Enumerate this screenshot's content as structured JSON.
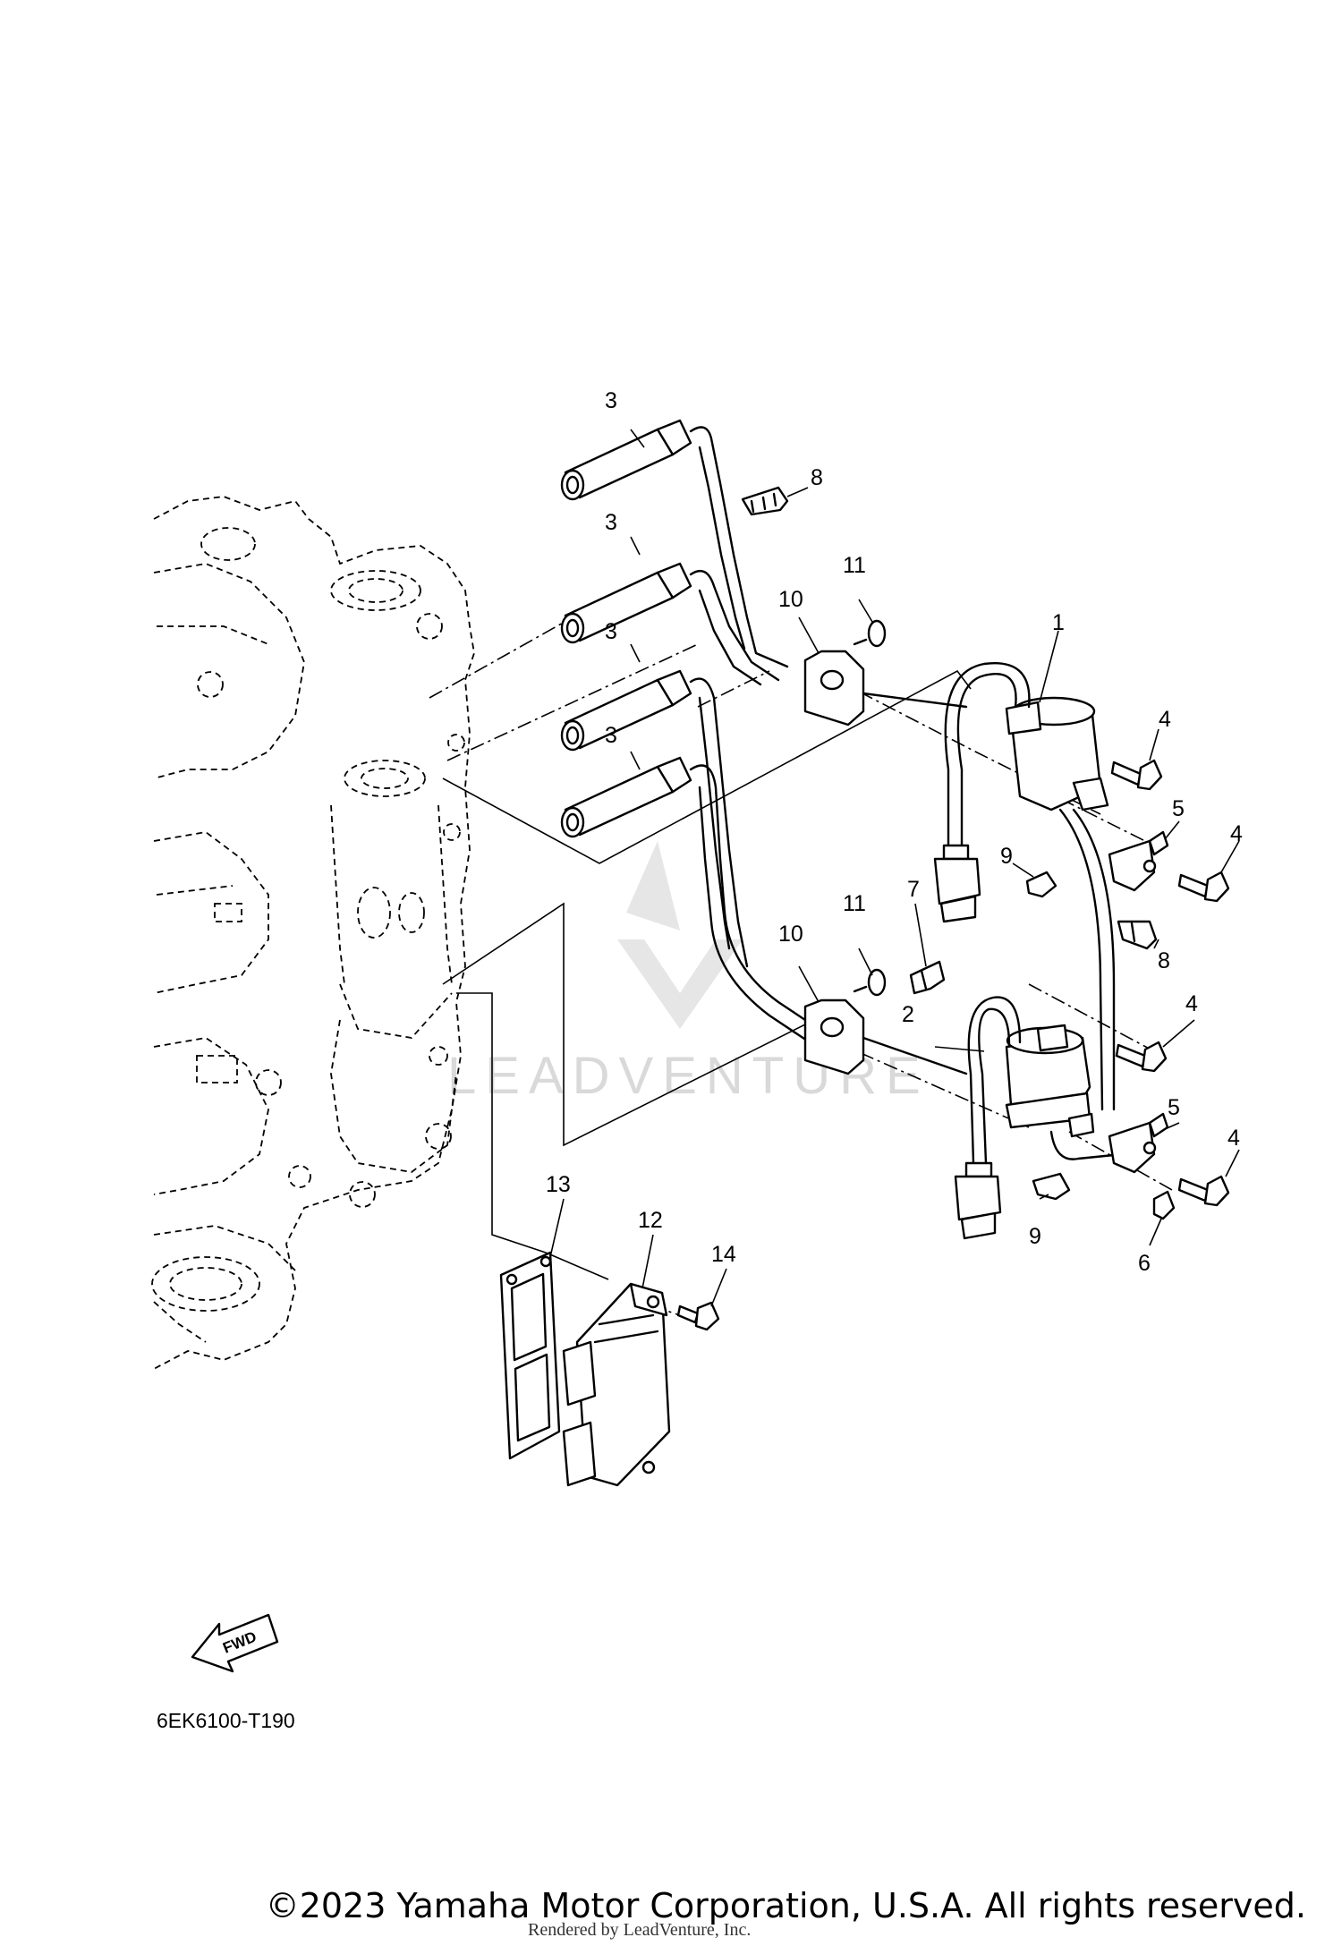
{
  "diagram": {
    "diagram_code": "6EK6100-T190",
    "direction_label": "FWD",
    "watermark": "LEADVENTURE",
    "copyright": "©2023 Yamaha Motor Corporation, U.S.A. All rights reserved.",
    "rendered_by": "Rendered by LeadVenture, Inc.",
    "callouts": [
      "1",
      "2",
      "3",
      "3",
      "3",
      "3",
      "4",
      "4",
      "4",
      "4",
      "5",
      "5",
      "6",
      "7",
      "8",
      "8",
      "9",
      "9",
      "10",
      "10",
      "11",
      "11",
      "12",
      "13",
      "14"
    ]
  }
}
